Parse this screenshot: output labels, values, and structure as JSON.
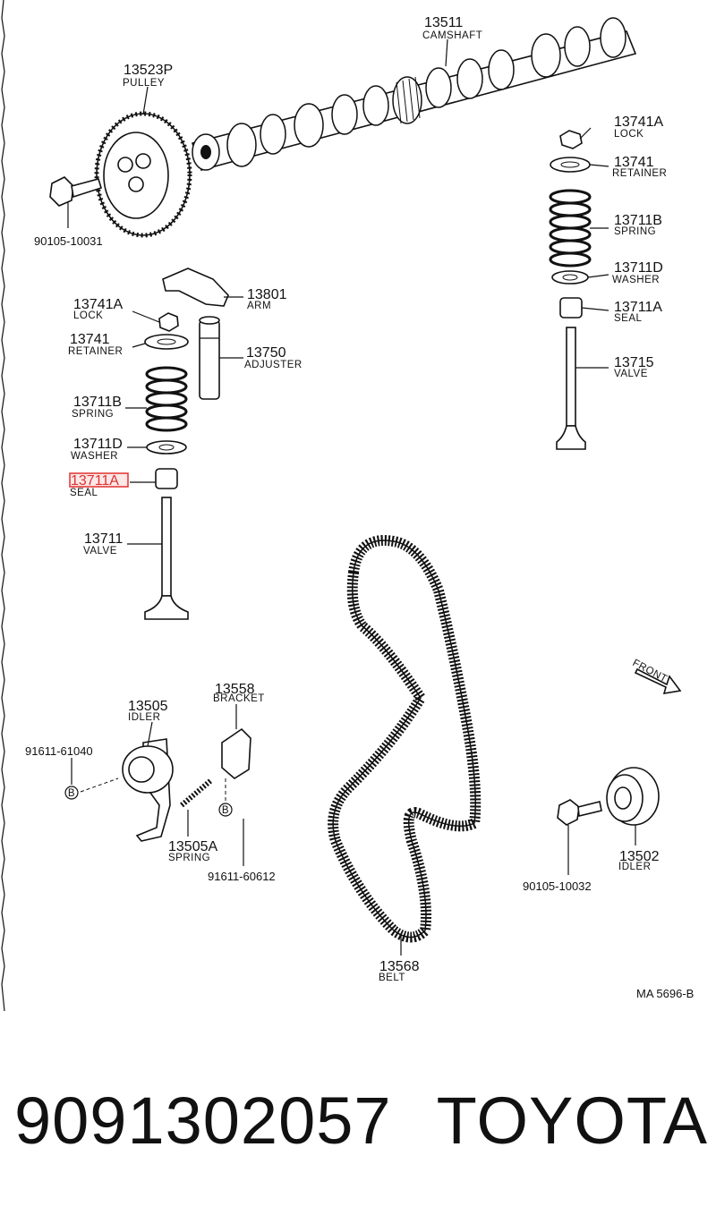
{
  "callouts": {
    "camshaft": {
      "number": "13511",
      "name": "CAMSHAFT"
    },
    "pulley": {
      "number": "13523P",
      "name": "PULLEY"
    },
    "bolt_pulley": {
      "number": "90105-10031"
    },
    "lock_right": {
      "number": "13741A",
      "name": "LOCK"
    },
    "retainer_right": {
      "number": "13741",
      "name": "RETAINER"
    },
    "spring_right": {
      "number": "13711B",
      "name": "SPRING"
    },
    "washer_right": {
      "number": "13711D",
      "name": "WASHER"
    },
    "seal_right": {
      "number": "13711A",
      "name": "SEAL"
    },
    "valve_right": {
      "number": "13715",
      "name": "VALVE"
    },
    "arm": {
      "number": "13801",
      "name": "ARM"
    },
    "adjuster": {
      "number": "13750",
      "name": "ADJUSTER"
    },
    "lock_left": {
      "number": "13741A",
      "name": "LOCK"
    },
    "retainer_left": {
      "number": "13741",
      "name": "RETAINER"
    },
    "spring_left": {
      "number": "13711B",
      "name": "SPRING"
    },
    "washer_left": {
      "number": "13711D",
      "name": "WASHER"
    },
    "seal_left": {
      "number": "13711A",
      "name": "SEAL"
    },
    "valve_left": {
      "number": "13711",
      "name": "VALVE"
    },
    "bracket": {
      "number": "13558",
      "name": "BRACKET"
    },
    "idler_left": {
      "number": "13505",
      "name": "IDLER"
    },
    "bolt_idler_left": {
      "number": "91611-61040"
    },
    "idler_spring": {
      "number": "13505A",
      "name": "SPRING"
    },
    "bolt_bracket": {
      "number": "91611-60612"
    },
    "belt": {
      "number": "13568",
      "name": "BELT"
    },
    "bolt_idler_right": {
      "number": "90105-10032"
    },
    "idler_right": {
      "number": "13502",
      "name": "IDLER"
    }
  },
  "markers": {
    "b1": "B",
    "b2": "B"
  },
  "front_arrow": "FRONT",
  "diagram_code": "MA 5696-B",
  "highlight": {
    "target": "seal_left",
    "color": "#e03030"
  },
  "footer": {
    "part_number": "9091302057",
    "brand": "TOYOTA"
  }
}
